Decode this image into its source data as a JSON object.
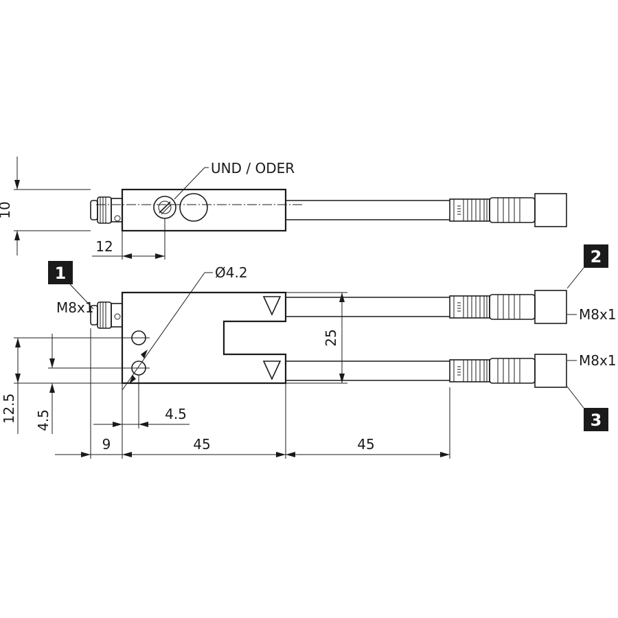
{
  "labels": {
    "und_oder": "UND / ODER",
    "diameter": "Ø4.2",
    "m8x1_left": "M8x1",
    "m8x1_right_top": "M8x1",
    "m8x1_right_bottom": "M8x1"
  },
  "badges": {
    "b1": "1",
    "b2": "2",
    "b3": "3"
  },
  "dimensions": {
    "height_10": "10",
    "width_12": "12",
    "gap_25": "25",
    "left_12_5": "12.5",
    "left_4_5": "4.5",
    "hole_4_5": "4.5",
    "offset_9": "9",
    "length_45_a": "45",
    "length_45_b": "45"
  },
  "colors": {
    "line": "#1a1a1a",
    "badge": "#1a1a1a",
    "background": "#ffffff"
  }
}
